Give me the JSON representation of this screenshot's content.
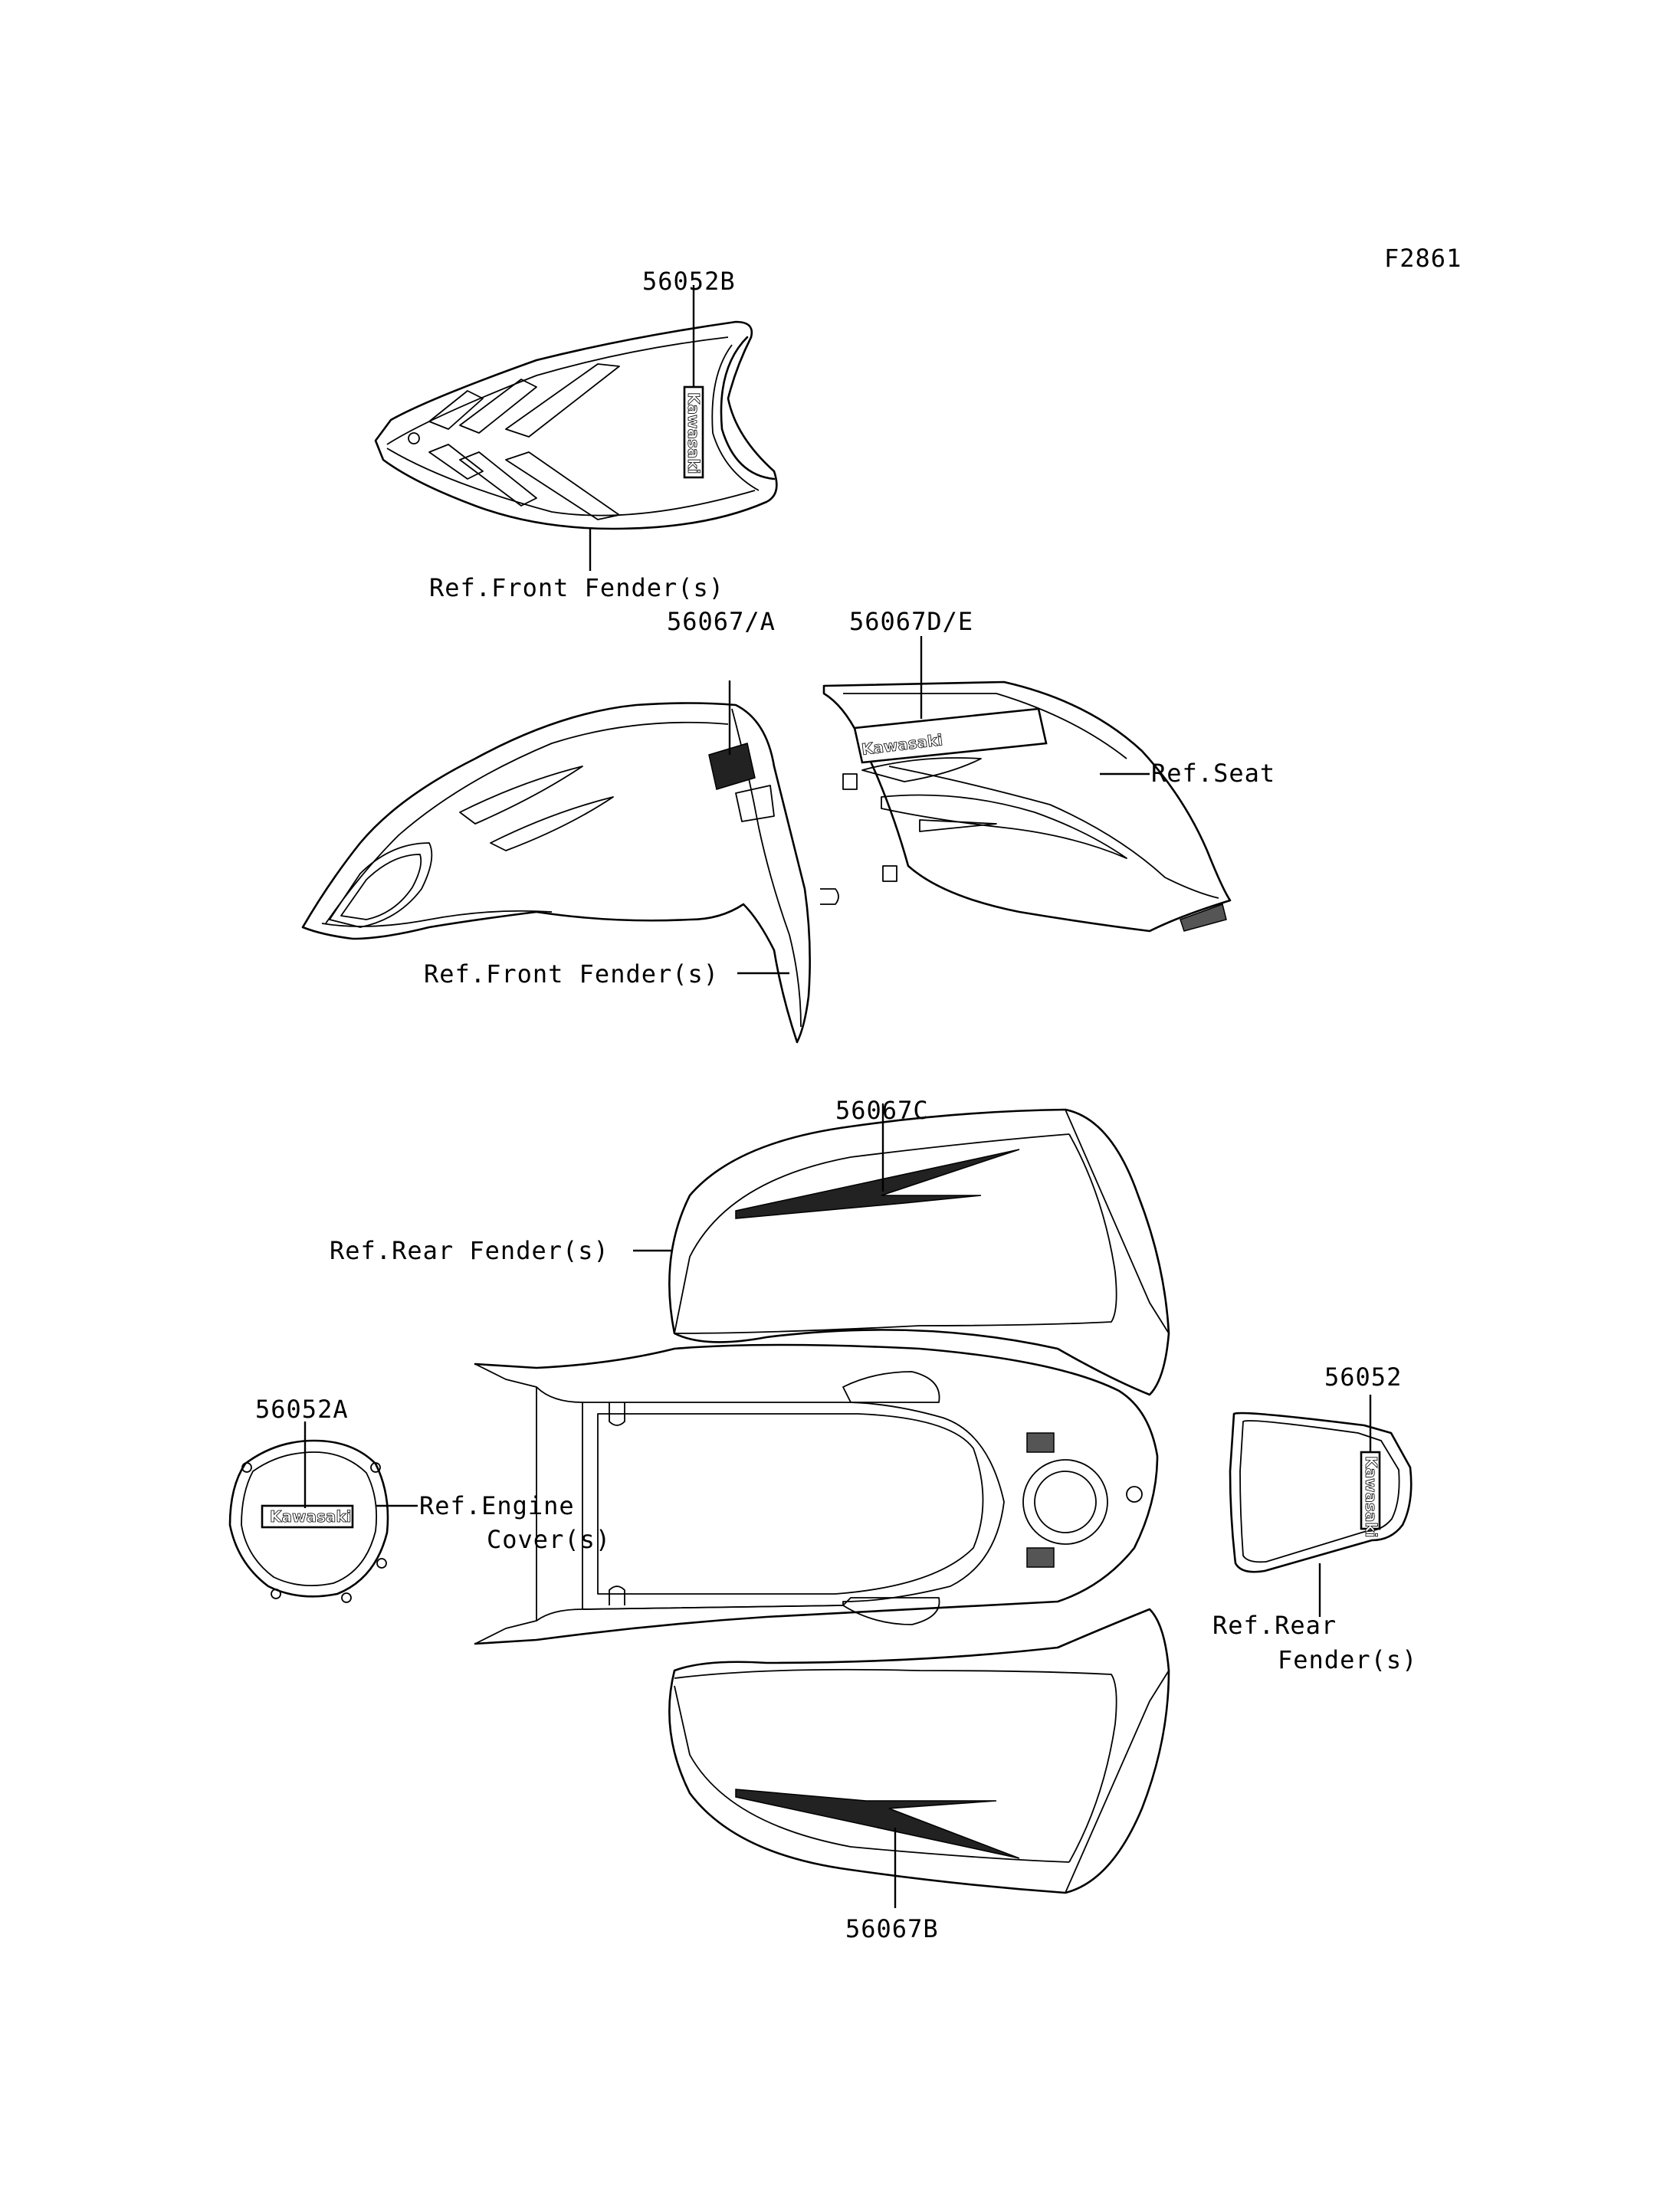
{
  "figure_code": "F2861",
  "callouts": {
    "p56052B": "56052B",
    "p56067A": "56067/A",
    "p56067DE": "56067D/E",
    "p56067C": "56067C",
    "p56052A": "56052A",
    "p56052": "56052",
    "p56067B": "56067B"
  },
  "references": {
    "front_fender_top": "Ref.Front Fender(s)",
    "front_fender_mid": "Ref.Front Fender(s)",
    "seat": "Ref.Seat",
    "rear_fender": "Ref.Rear Fender(s)",
    "engine_cover_line1": "Ref.Engine",
    "engine_cover_line2": "Cover(s)",
    "rear_fender_small_line1": "Ref.Rear",
    "rear_fender_small_line2": "Fender(s)"
  },
  "decal_text": {
    "logo": "Kawasaki"
  }
}
